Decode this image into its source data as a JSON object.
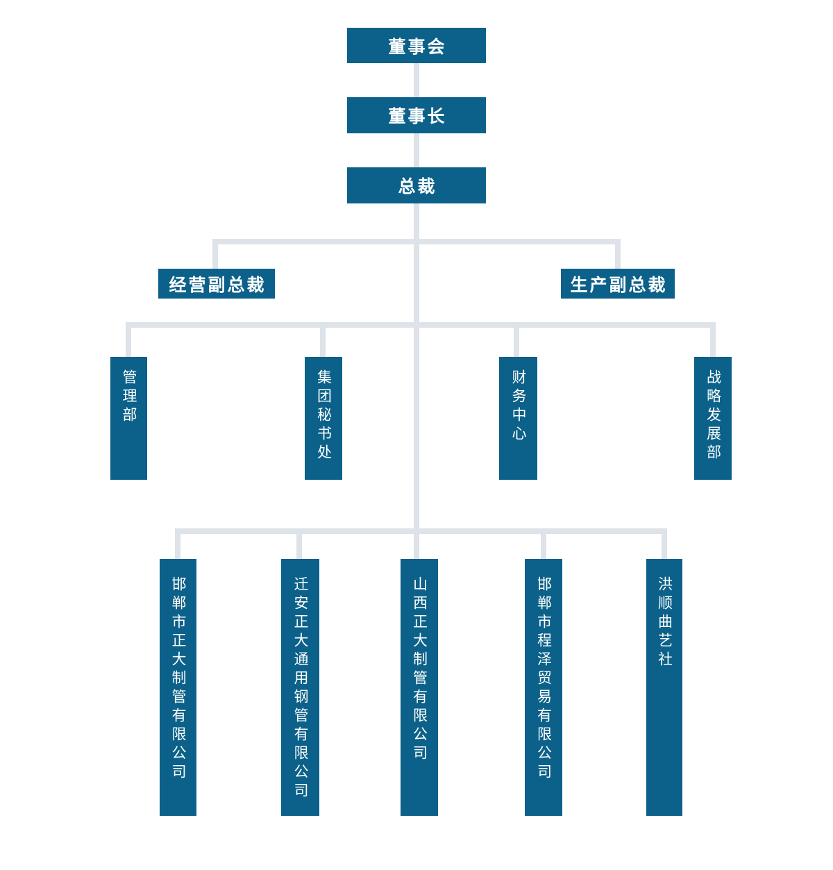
{
  "colors": {
    "node_fill": "#0b6189",
    "node_text": "#ffffff",
    "connector": "#dde3e8",
    "background": "#ffffff"
  },
  "org_chart": {
    "board": {
      "label": "董事会"
    },
    "chairman": {
      "label": "董事长"
    },
    "president": {
      "label": "总裁"
    },
    "vps": [
      {
        "label": "经营副总裁"
      },
      {
        "label": "生产副总裁"
      }
    ],
    "departments": [
      {
        "label": "管理部"
      },
      {
        "label": "集团秘书处"
      },
      {
        "label": "财务中心"
      },
      {
        "label": "战略发展部"
      }
    ],
    "subsidiaries": [
      {
        "label": "邯郸市正大制管有限公司"
      },
      {
        "label": "迁安正大通用钢管有限公司"
      },
      {
        "label": "山西正大制管有限公司"
      },
      {
        "label": "邯郸市程泽贸易有限公司"
      },
      {
        "label": "洪顺曲艺社"
      }
    ]
  }
}
